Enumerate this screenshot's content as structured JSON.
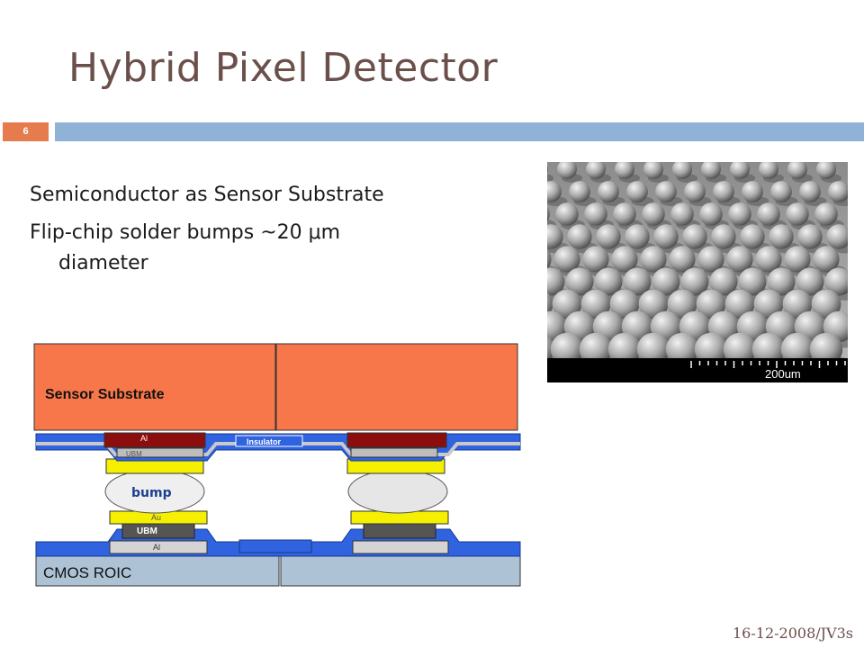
{
  "slide": {
    "title": "Hybrid Pixel Detector",
    "number": "6",
    "footer": "16-12-2008/JV3s",
    "colors": {
      "title": "#6b4f4a",
      "accent": "#e67c4d",
      "bar": "#8fb2d6"
    }
  },
  "bullets": {
    "b1": "Semiconductor as Sensor Substrate",
    "b2_line1": "Flip-chip solder bumps ~20 μm",
    "b2_line2": "diameter"
  },
  "micrograph": {
    "scale_label": "200um"
  },
  "diagram": {
    "sensor_label": "Sensor Substrate",
    "al_top": "Al",
    "ubm_top": "UBM",
    "insulator": "Insulator",
    "bump": "bump",
    "au": "Au",
    "ubm_bottom": "UBM",
    "al_bottom": "Al",
    "roic": "CMOS ROIC",
    "colors": {
      "sensor": "#f7774a",
      "blue": "#2f63e0",
      "gold": "#f5f000",
      "al": "#8b0d0d",
      "roic": "#aec2d6"
    }
  }
}
